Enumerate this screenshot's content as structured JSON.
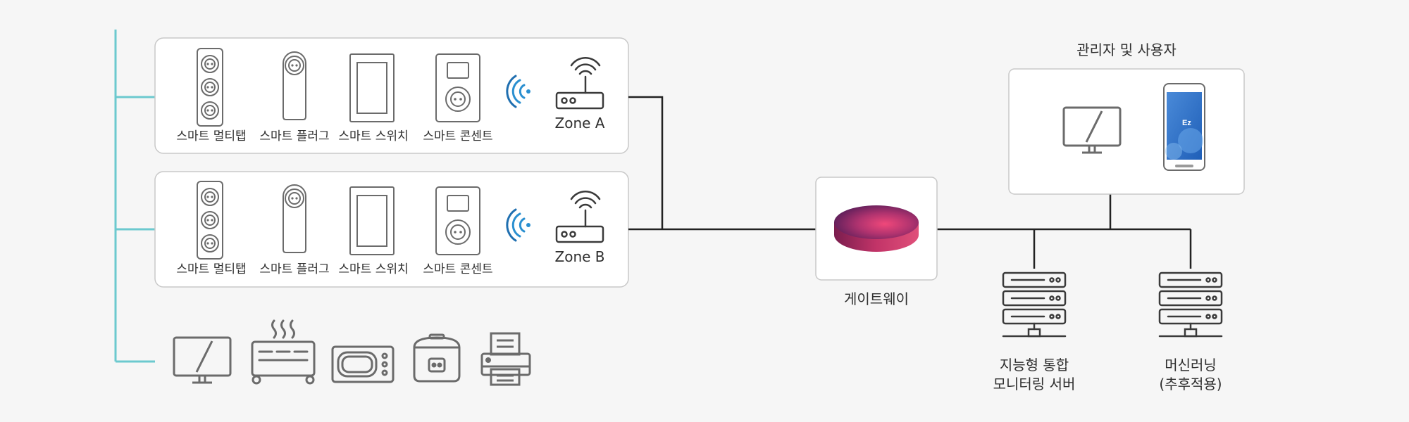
{
  "zones": [
    {
      "name": "Zone A",
      "devices": [
        {
          "label": "스마트 멀티탭",
          "icon": "multitap-icon"
        },
        {
          "label": "스마트 플러그",
          "icon": "smart-plug-icon"
        },
        {
          "label": "스마트 스위치",
          "icon": "smart-switch-icon"
        },
        {
          "label": "스마트 콘센트",
          "icon": "smart-outlet-icon"
        }
      ],
      "signal_icon": "wireless-signal-icon",
      "router_icon": "router-icon"
    },
    {
      "name": "Zone B",
      "devices": [
        {
          "label": "스마트 멀티탭",
          "icon": "multitap-icon"
        },
        {
          "label": "스마트 플러그",
          "icon": "smart-plug-icon"
        },
        {
          "label": "스마트 스위치",
          "icon": "smart-switch-icon"
        },
        {
          "label": "스마트 콘센트",
          "icon": "smart-outlet-icon"
        }
      ],
      "signal_icon": "wireless-signal-icon",
      "router_icon": "router-icon"
    }
  ],
  "appliances": [
    "monitor-icon",
    "heater-icon",
    "microwave-icon",
    "rice-cooker-icon",
    "printer-icon"
  ],
  "gateway": {
    "label": "게이트웨이",
    "icon": "gateway-puck-icon"
  },
  "admin": {
    "label": "관리자 및 사용자",
    "icons": [
      "monitor-icon",
      "smartphone-icon"
    ],
    "phone_brand": "Ez"
  },
  "servers": [
    {
      "line1": "지능형 통합",
      "line2": "모니터링 서버",
      "icon": "server-rack-icon"
    },
    {
      "line1": "머신러닝",
      "line2": "(추후적용)",
      "icon": "server-rack-icon"
    }
  ],
  "colors": {
    "background": "#f6f6f6",
    "bus_line": "#6cc9cf",
    "connector": "#222222",
    "icon_stroke": "#6b6b6b",
    "signal": "#2a8fd0",
    "gateway_top": "#b0336f",
    "gateway_side": "#8a2050"
  }
}
